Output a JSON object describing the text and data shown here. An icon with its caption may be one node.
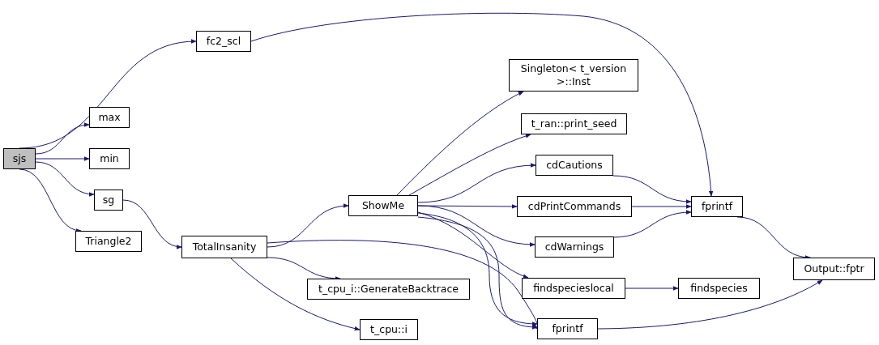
{
  "diagram": {
    "nodes": [
      {
        "text": [
          "sjs"
        ]
      },
      {
        "text": [
          "fc2_scl"
        ]
      },
      {
        "text": [
          "max"
        ]
      },
      {
        "text": [
          "min"
        ]
      },
      {
        "text": [
          "sg"
        ]
      },
      {
        "text": [
          "Triangle2"
        ]
      },
      {
        "text": [
          "TotalInsanity"
        ]
      },
      {
        "text": [
          "ShowMe"
        ]
      },
      {
        "text": [
          "Singleton< t_version >::Inst"
        ]
      },
      {
        "text": [
          "t_ran::print_seed"
        ]
      },
      {
        "text": [
          "cdCautions"
        ]
      },
      {
        "text": [
          "cdPrintCommands"
        ]
      },
      {
        "text": [
          "cdWarnings"
        ]
      },
      {
        "text": [
          "findspecieslocal"
        ]
      },
      {
        "text": [
          "findspecies"
        ]
      },
      {
        "text": [
          "t_cpu_i::GenerateBacktrace"
        ]
      },
      {
        "text": [
          "t_cpu::i"
        ]
      },
      {
        "text": [
          "fprintf"
        ]
      },
      {
        "text": [
          "fprintf"
        ]
      },
      {
        "text": [
          "Output::fptr"
        ]
      }
    ],
    "edges": [
      {
        "from": 0,
        "to": 1,
        "arrow": "to"
      },
      {
        "from": 0,
        "to": 2,
        "arrow": "to"
      },
      {
        "from": 0,
        "to": 3,
        "arrow": "to"
      },
      {
        "from": 0,
        "to": 4,
        "arrow": "to"
      },
      {
        "from": 0,
        "to": 5,
        "arrow": "to"
      },
      {
        "from": 1,
        "to": 17,
        "arrow": "to"
      },
      {
        "from": 4,
        "to": 6,
        "arrow": "to"
      },
      {
        "from": 6,
        "to": 7,
        "arrow": "to"
      },
      {
        "from": 6,
        "to": 18,
        "arrow": "to"
      },
      {
        "from": 6,
        "to": 15,
        "arrow": "to"
      },
      {
        "from": 6,
        "to": 16,
        "arrow": "to"
      },
      {
        "from": 7,
        "to": 8,
        "arrow": "to"
      },
      {
        "from": 7,
        "to": 9,
        "arrow": "to"
      },
      {
        "from": 7,
        "to": 10,
        "arrow": "to"
      },
      {
        "from": 7,
        "to": 11,
        "arrow": "to"
      },
      {
        "from": 7,
        "to": 12,
        "arrow": "to"
      },
      {
        "from": 7,
        "to": 13,
        "arrow": "to"
      },
      {
        "from": 7,
        "to": 18,
        "arrow": "to"
      },
      {
        "from": 7,
        "to": 18,
        "arrow": "to"
      },
      {
        "from": 10,
        "to": 17,
        "arrow": "to"
      },
      {
        "from": 11,
        "to": 17,
        "arrow": "to"
      },
      {
        "from": 12,
        "to": 17,
        "arrow": "to"
      },
      {
        "from": 13,
        "to": 14,
        "arrow": "to"
      },
      {
        "from": 17,
        "to": 19,
        "arrow": "to"
      },
      {
        "from": 18,
        "to": 19,
        "arrow": "to"
      }
    ]
  }
}
